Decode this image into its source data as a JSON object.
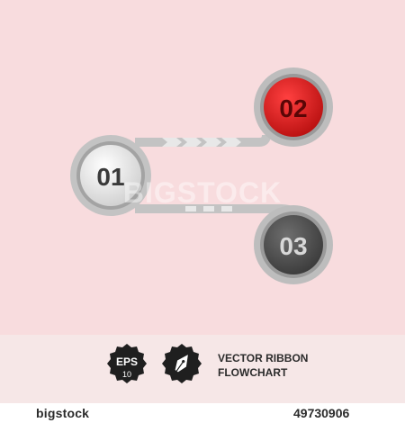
{
  "colors": {
    "background": "#f8dcde",
    "footer_band": "#f6e7e7",
    "ribbon": "#c3c3c3",
    "ribbon_shadow": "#9e9e9e",
    "node_01": "#e6e6e6",
    "node_02": "#d61f1f",
    "node_03": "#5c5c5c",
    "badge": "#1f1f1f"
  },
  "nodes": [
    {
      "label": "01",
      "color_key": "node_01",
      "text_color": "#3a3a3a"
    },
    {
      "label": "02",
      "color_key": "node_02",
      "text_color": "#5a0606"
    },
    {
      "label": "03",
      "color_key": "node_03",
      "text_color": "#d8d8d8"
    }
  ],
  "footer": {
    "eps_badge": {
      "line1": "EPS",
      "line2": "10",
      "icon": "starburst-badge-icon"
    },
    "pen_badge": {
      "icon": "fountain-pen-nib-icon"
    },
    "title_line1": "VECTOR RIBBON",
    "title_line2": "FLOWCHART"
  },
  "watermark": "BIGSTOCK",
  "stock_bar": {
    "logo": "bigstock",
    "image_id": "49730906"
  }
}
